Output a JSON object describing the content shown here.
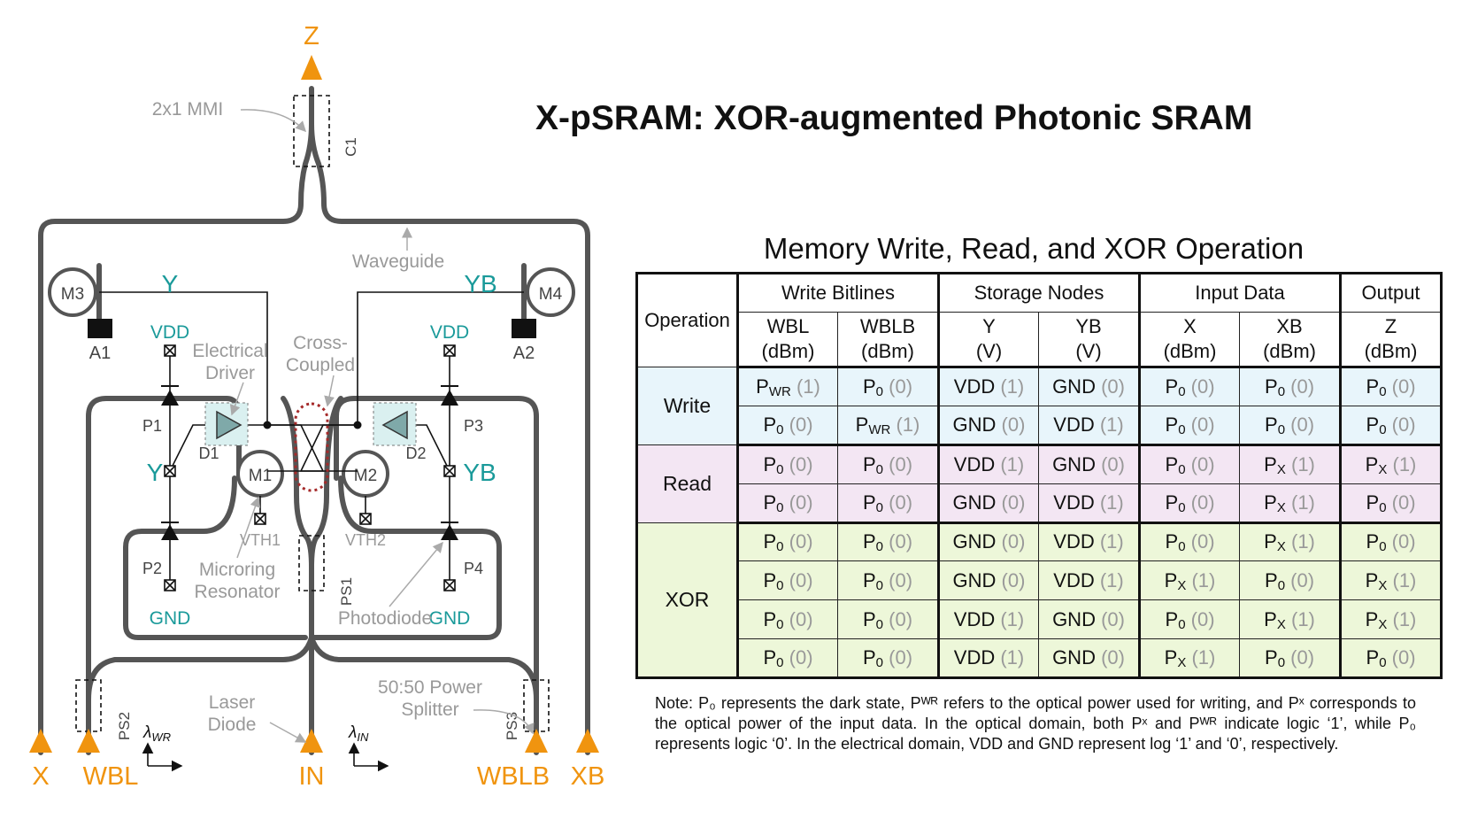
{
  "title": "X-pSRAM: XOR-augmented Photonic SRAM",
  "diagram": {
    "ports": {
      "z": "Z",
      "x": "X",
      "wbl": "WBL",
      "in": "IN",
      "wblb": "WBLB",
      "xb": "XB"
    },
    "labels": {
      "mmi": "2x1 MMI",
      "c1": "C1",
      "waveguide": "Waveguide",
      "m1": "M1",
      "m2": "M2",
      "m3": "M3",
      "m4": "M4",
      "a1": "A1",
      "a2": "A2",
      "y_top": "Y",
      "yb_top": "YB",
      "y_mid": "Y",
      "yb_mid": "YB",
      "vdd_left": "VDD",
      "vdd_right": "VDD",
      "gnd_left": "GND",
      "gnd_right": "GND",
      "electrical_driver": [
        "Electrical",
        "Driver"
      ],
      "cross_coupled": [
        "Cross-",
        "Coupled"
      ],
      "p1": "P1",
      "p2": "P2",
      "p3": "P3",
      "p4": "P4",
      "d1": "D1",
      "d2": "D2",
      "vth1": "VTH1",
      "vth2": "VTH2",
      "microring": [
        "Microring",
        "Resonator"
      ],
      "photodiode": "Photodiode",
      "ps1": "PS1",
      "ps2": "PS2",
      "ps3": "PS3",
      "laser": [
        "Laser",
        "Diode"
      ],
      "splitter": [
        "50:50 Power",
        "Splitter"
      ],
      "lambda_wr": "WR",
      "lambda_in": "IN"
    },
    "colors": {
      "port": "#f0940f",
      "node": "#1a9a9a",
      "guide": "#555555",
      "annotation": "#999999",
      "driver_fill": "#daf0f0",
      "cross_outline": "#a52a2a"
    }
  },
  "table": {
    "title": "Memory Write, Read, and XOR Operation",
    "header_groups": [
      "Write Bitlines",
      "Storage Nodes",
      "Input Data",
      "Output"
    ],
    "operation_header": "Operation",
    "columns": [
      {
        "name": "WBL",
        "unit": "(dBm)"
      },
      {
        "name": "WBLB",
        "unit": "(dBm)"
      },
      {
        "name": "Y",
        "unit": "(V)"
      },
      {
        "name": "YB",
        "unit": "(V)"
      },
      {
        "name": "X",
        "unit": "(dBm)"
      },
      {
        "name": "XB",
        "unit": "(dBm)"
      },
      {
        "name": "Z",
        "unit": "(dBm)"
      }
    ],
    "groups": [
      {
        "op": "Write",
        "rows": [
          [
            [
              "P",
              "WR",
              "(1)"
            ],
            [
              "P",
              "0",
              "(0)"
            ],
            [
              "VDD",
              "",
              "(1)"
            ],
            [
              "GND",
              "",
              "(0)"
            ],
            [
              "P",
              "0",
              "(0)"
            ],
            [
              "P",
              "0",
              "(0)"
            ],
            [
              "P",
              "0",
              "(0)"
            ]
          ],
          [
            [
              "P",
              "0",
              "(0)"
            ],
            [
              "P",
              "WR",
              "(1)"
            ],
            [
              "GND",
              "",
              "(0)"
            ],
            [
              "VDD",
              "",
              "(1)"
            ],
            [
              "P",
              "0",
              "(0)"
            ],
            [
              "P",
              "0",
              "(0)"
            ],
            [
              "P",
              "0",
              "(0)"
            ]
          ]
        ]
      },
      {
        "op": "Read",
        "rows": [
          [
            [
              "P",
              "0",
              "(0)"
            ],
            [
              "P",
              "0",
              "(0)"
            ],
            [
              "VDD",
              "",
              "(1)"
            ],
            [
              "GND",
              "",
              "(0)"
            ],
            [
              "P",
              "0",
              "(0)"
            ],
            [
              "P",
              "X",
              "(1)"
            ],
            [
              "P",
              "X",
              "(1)"
            ]
          ],
          [
            [
              "P",
              "0",
              "(0)"
            ],
            [
              "P",
              "0",
              "(0)"
            ],
            [
              "GND",
              "",
              "(0)"
            ],
            [
              "VDD",
              "",
              "(1)"
            ],
            [
              "P",
              "0",
              "(0)"
            ],
            [
              "P",
              "X",
              "(1)"
            ],
            [
              "P",
              "0",
              "(0)"
            ]
          ]
        ]
      },
      {
        "op": "XOR",
        "rows": [
          [
            [
              "P",
              "0",
              "(0)"
            ],
            [
              "P",
              "0",
              "(0)"
            ],
            [
              "GND",
              "",
              "(0)"
            ],
            [
              "VDD",
              "",
              "(1)"
            ],
            [
              "P",
              "0",
              "(0)"
            ],
            [
              "P",
              "X",
              "(1)"
            ],
            [
              "P",
              "0",
              "(0)"
            ]
          ],
          [
            [
              "P",
              "0",
              "(0)"
            ],
            [
              "P",
              "0",
              "(0)"
            ],
            [
              "GND",
              "",
              "(0)"
            ],
            [
              "VDD",
              "",
              "(1)"
            ],
            [
              "P",
              "X",
              "(1)"
            ],
            [
              "P",
              "0",
              "(0)"
            ],
            [
              "P",
              "X",
              "(1)"
            ]
          ],
          [
            [
              "P",
              "0",
              "(0)"
            ],
            [
              "P",
              "0",
              "(0)"
            ],
            [
              "VDD",
              "",
              "(1)"
            ],
            [
              "GND",
              "",
              "(0)"
            ],
            [
              "P",
              "0",
              "(0)"
            ],
            [
              "P",
              "X",
              "(1)"
            ],
            [
              "P",
              "X",
              "(1)"
            ]
          ],
          [
            [
              "P",
              "0",
              "(0)"
            ],
            [
              "P",
              "0",
              "(0)"
            ],
            [
              "VDD",
              "",
              "(1)"
            ],
            [
              "GND",
              "",
              "(0)"
            ],
            [
              "P",
              "X",
              "(1)"
            ],
            [
              "P",
              "0",
              "(0)"
            ],
            [
              "P",
              "0",
              "(0)"
            ]
          ]
        ]
      }
    ]
  },
  "note": "Note: P₀ represents the dark state, Pᵂᴿ refers to the optical power used for writing, and Pˣ corresponds to the optical power of the input data. In the optical domain, both Pˣ and Pᵂᴿ indicate logic ‘1’, while P₀ represents logic ‘0’. In the electrical domain, VDD and GND represent log ‘1’ and ‘0’, respectively."
}
